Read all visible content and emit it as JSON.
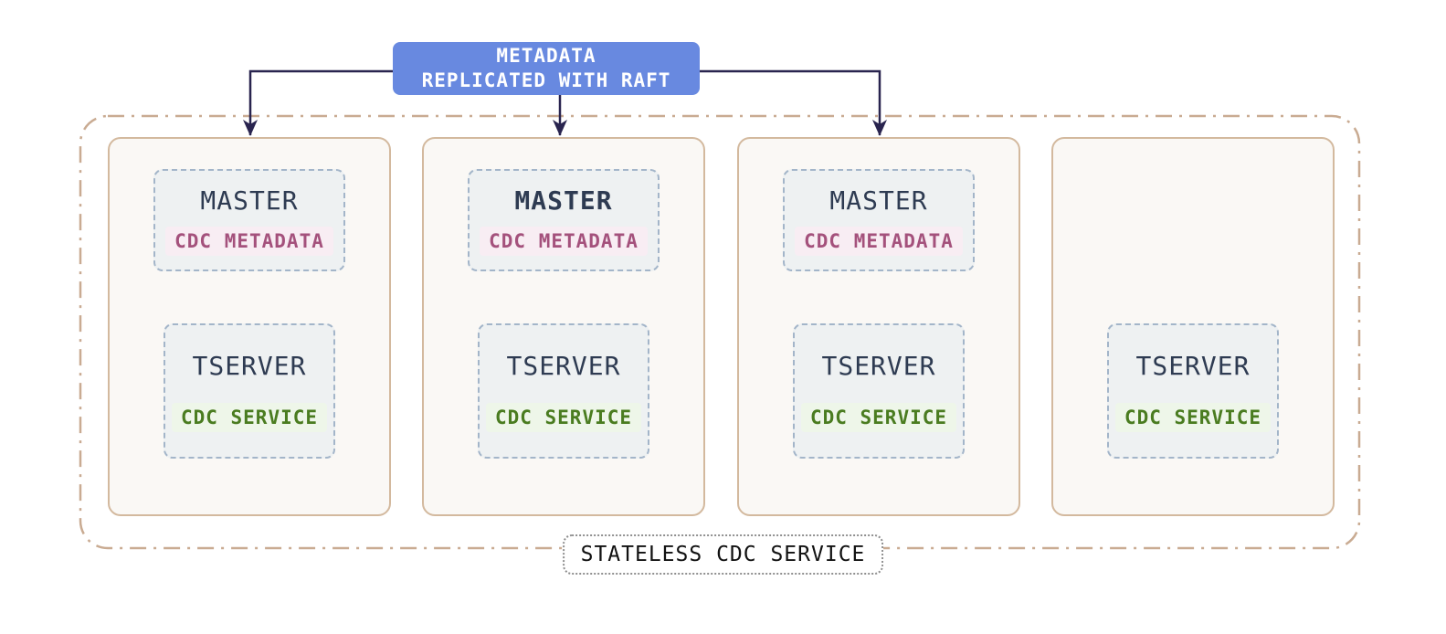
{
  "banner": {
    "line1": "METADATA",
    "line2": "REPLICATED WITH RAFT",
    "bg_color": "#6889e0",
    "text_color": "#ffffff"
  },
  "outer_group": {
    "label": "STATELESS CDC SERVICE",
    "border_color": "#c9ab92",
    "border_style": "dash-dot"
  },
  "nodes": [
    {
      "master": {
        "label": "MASTER",
        "badge": "CDC METADATA",
        "emphasis": false
      },
      "tserver": {
        "label": "TSERVER",
        "badge": "CDC SERVICE"
      }
    },
    {
      "master": {
        "label": "MASTER",
        "badge": "CDC METADATA",
        "emphasis": true
      },
      "tserver": {
        "label": "TSERVER",
        "badge": "CDC SERVICE"
      }
    },
    {
      "master": {
        "label": "MASTER",
        "badge": "CDC METADATA",
        "emphasis": false
      },
      "tserver": {
        "label": "TSERVER",
        "badge": "CDC SERVICE"
      }
    },
    {
      "tserver": {
        "label": "TSERVER",
        "badge": "CDC SERVICE"
      }
    }
  ],
  "colors": {
    "arrow": "#29244f",
    "node_border": "#d3b99e",
    "node_bg": "#faf8f5",
    "inner_dashed_border": "#a3b5c9",
    "inner_bg": "#eef1f2",
    "component_text": "#2e3b52",
    "metadata_text": "#a4517c",
    "metadata_bg": "#f8edf3",
    "service_text": "#4a7c20",
    "service_bg": "#eef6e9"
  }
}
